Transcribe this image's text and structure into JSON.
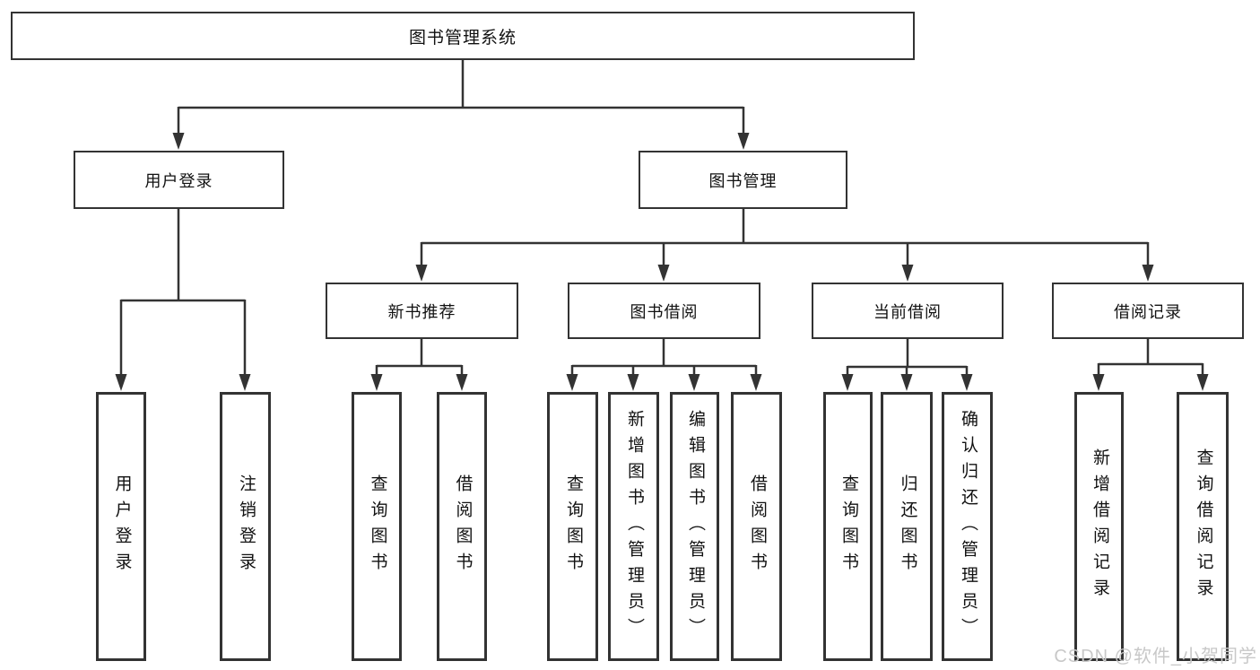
{
  "diagram": {
    "root_label": "图书管理系统",
    "branches": [
      {
        "label": "用户登录",
        "children": [
          "用户登录",
          "注销登录"
        ]
      },
      {
        "label": "图书管理",
        "sections": [
          {
            "label": "新书推荐",
            "children": [
              "查询图书",
              "借阅图书"
            ]
          },
          {
            "label": "图书借阅",
            "children": [
              "查询图书",
              "新增图书（管理员）",
              "编辑图书（管理员）",
              "借阅图书"
            ]
          },
          {
            "label": "当前借阅",
            "children": [
              "查询图书",
              "归还图书",
              "确认归还（管理员）"
            ]
          },
          {
            "label": "借阅记录",
            "children": [
              "新增借阅记录",
              "查询借阅记录"
            ]
          }
        ]
      }
    ]
  },
  "watermark": {
    "text": "CSDN @软件_小贺同学",
    "color": "#c8c8c8"
  },
  "colors": {
    "line": "#333333",
    "box_border": "#333333",
    "text": "#111111",
    "background": "#ffffff"
  }
}
